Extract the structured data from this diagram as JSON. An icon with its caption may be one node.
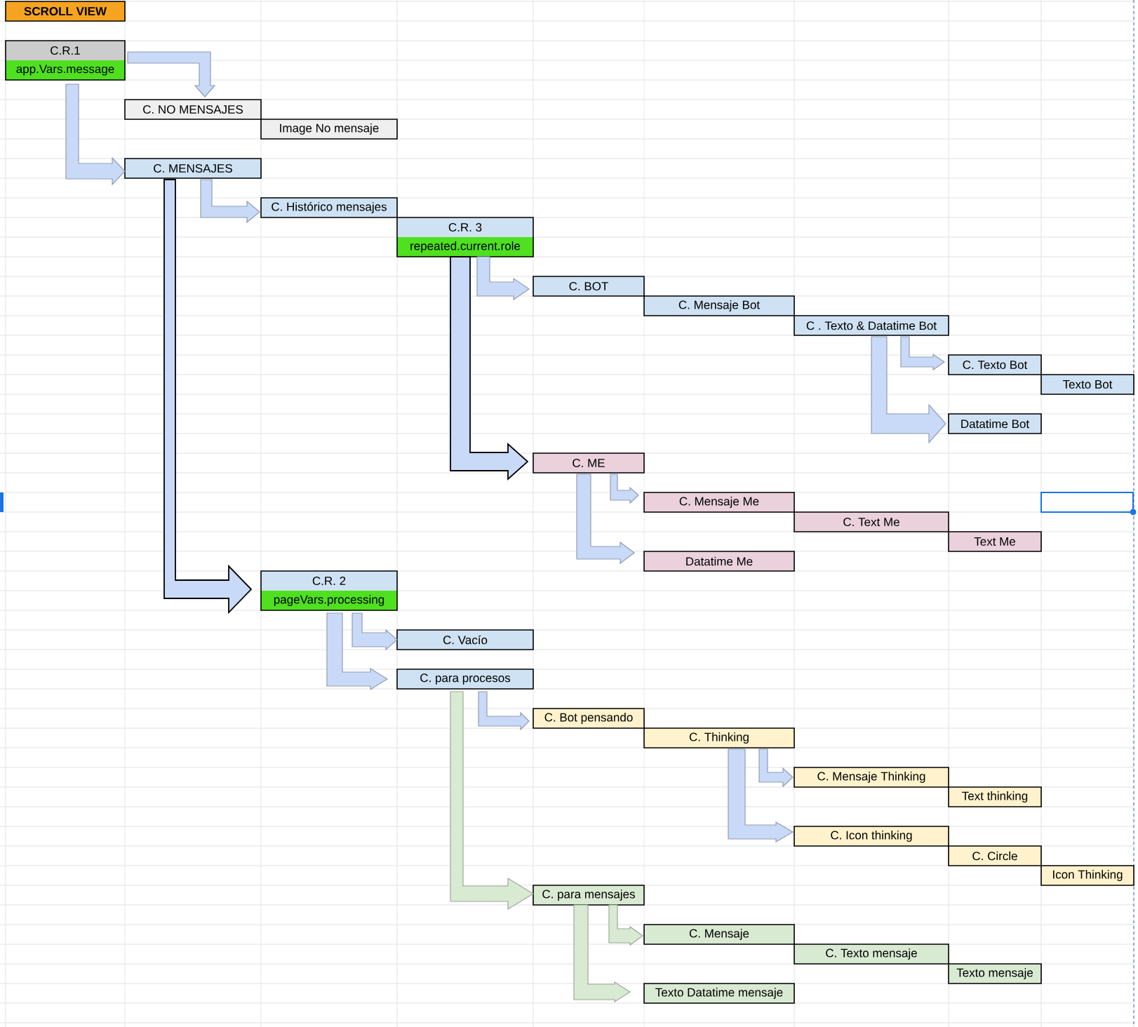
{
  "diagram": {
    "nodes": [
      {
        "text": [
          "SCROLL VIEW"
        ]
      },
      {
        "text": [
          "C.R.1",
          "app.Vars.message"
        ]
      },
      {
        "text": [
          "C. NO MENSAJES"
        ]
      },
      {
        "text": [
          "Image No mensaje"
        ]
      },
      {
        "text": [
          "C. MENSAJES"
        ]
      },
      {
        "text": [
          "C. Histórico mensajes"
        ]
      },
      {
        "text": [
          "C.R. 3",
          "repeated.current.role"
        ]
      },
      {
        "text": [
          "C. BOT"
        ]
      },
      {
        "text": [
          "C. Mensaje Bot"
        ]
      },
      {
        "text": [
          "C . Texto & Datatime Bot"
        ]
      },
      {
        "text": [
          "C. Texto Bot"
        ]
      },
      {
        "text": [
          "Texto Bot"
        ]
      },
      {
        "text": [
          "Datatime Bot"
        ]
      },
      {
        "text": [
          "C. ME"
        ]
      },
      {
        "text": [
          "C. Mensaje Me"
        ]
      },
      {
        "text": [
          "C. Text Me"
        ]
      },
      {
        "text": [
          "Text Me"
        ]
      },
      {
        "text": [
          "Datatime Me"
        ]
      },
      {
        "text": [
          "C.R. 2",
          "pageVars.processing"
        ]
      },
      {
        "text": [
          "C. Vacío"
        ]
      },
      {
        "text": [
          "C. para procesos"
        ]
      },
      {
        "text": [
          "C. Bot pensando"
        ]
      },
      {
        "text": [
          "C. Thinking"
        ]
      },
      {
        "text": [
          "C. Mensaje Thinking"
        ]
      },
      {
        "text": [
          "Text thinking"
        ]
      },
      {
        "text": [
          "C. Icon thinking"
        ]
      },
      {
        "text": [
          "C. Circle"
        ]
      },
      {
        "text": [
          "Icon Thinking"
        ]
      },
      {
        "text": [
          "C. para mensajes"
        ]
      },
      {
        "text": [
          "C. Mensaje"
        ]
      },
      {
        "text": [
          "C. Texto mensaje"
        ]
      },
      {
        "text": [
          "Texto mensaje"
        ]
      },
      {
        "text": [
          "Texto Datatime mensaje"
        ]
      }
    ],
    "edges": [
      {
        "from": 1,
        "to": 2,
        "arrow": "to"
      },
      {
        "from": 1,
        "to": 4,
        "arrow": "to"
      },
      {
        "from": 4,
        "to": 5,
        "arrow": "to"
      },
      {
        "from": 4,
        "to": 18,
        "arrow": "to",
        "style": "thick"
      },
      {
        "from": 6,
        "to": 7,
        "arrow": "to"
      },
      {
        "from": 6,
        "to": 13,
        "arrow": "to",
        "style": "thick"
      },
      {
        "from": 9,
        "to": 10,
        "arrow": "to"
      },
      {
        "from": 9,
        "to": 12,
        "arrow": "to"
      },
      {
        "from": 13,
        "to": 14,
        "arrow": "to"
      },
      {
        "from": 13,
        "to": 17,
        "arrow": "to"
      },
      {
        "from": 18,
        "to": 19,
        "arrow": "to"
      },
      {
        "from": 18,
        "to": 20,
        "arrow": "to"
      },
      {
        "from": 20,
        "to": 21,
        "arrow": "to"
      },
      {
        "from": 20,
        "to": 28,
        "arrow": "to",
        "color": "#d9ead3"
      },
      {
        "from": 22,
        "to": 23,
        "arrow": "to"
      },
      {
        "from": 22,
        "to": 25,
        "arrow": "to"
      },
      {
        "from": 28,
        "to": 29,
        "arrow": "to",
        "color": "#d9ead3"
      },
      {
        "from": 28,
        "to": 32,
        "arrow": "to",
        "color": "#d9ead3"
      }
    ]
  }
}
